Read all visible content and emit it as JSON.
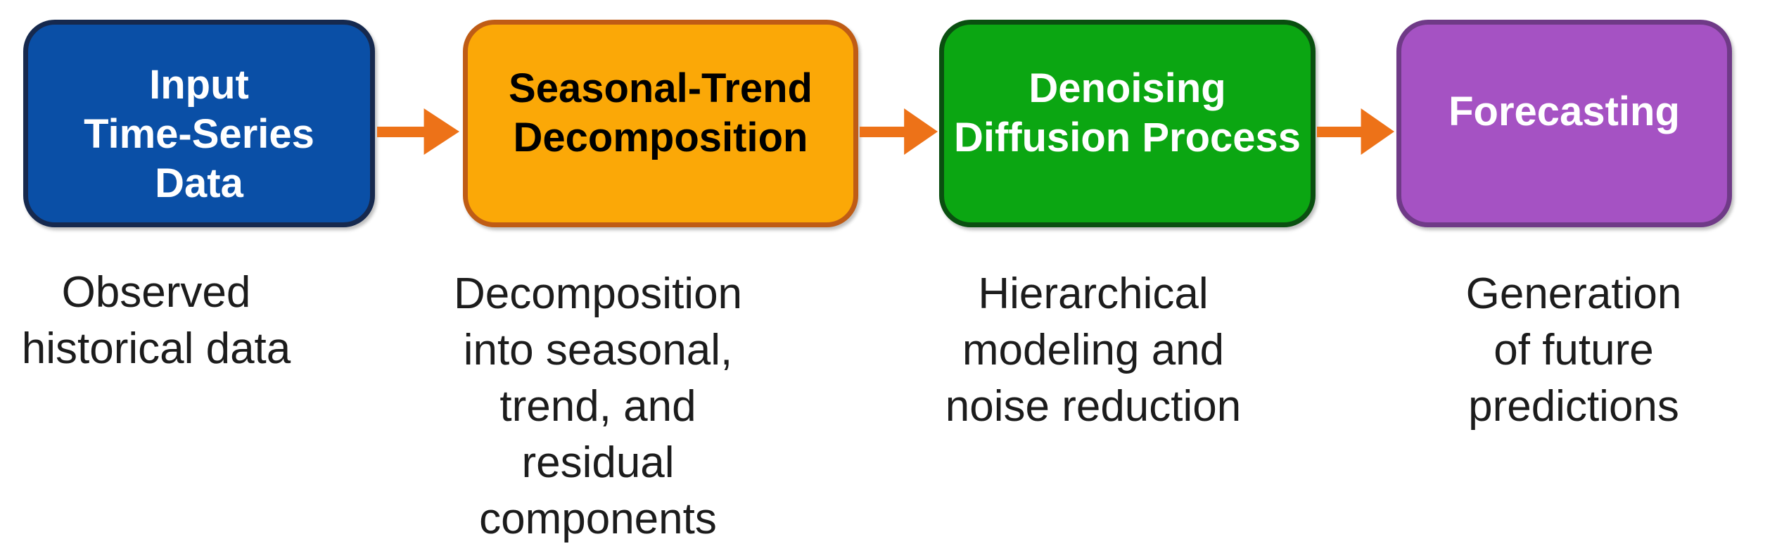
{
  "figure": {
    "background": "#ffffff",
    "arrow_color": "#ED7218",
    "stages": [
      {
        "name": "input-time-series-data",
        "label": "Input\nTime-Series\nData",
        "caption": "Observed\nhistorical data",
        "fill": "#0A4FA6",
        "border": "#16294E",
        "text_color": "#FFFFFF"
      },
      {
        "name": "seasonal-trend-decomposition",
        "label": "Seasonal-Trend\nDecomposition",
        "caption": "Decomposition\ninto seasonal,\ntrend, and\nresidual\ncomponents",
        "fill": "#FBA807",
        "border": "#BF5C15",
        "text_color": "#000000"
      },
      {
        "name": "denoising-diffusion-process",
        "label": "Denoising\nDiffusion Process",
        "caption": "Hierarchical\nmodeling and\nnoise reduction",
        "fill": "#0BA612",
        "border": "#0A4F10",
        "text_color": "#FFFFFF"
      },
      {
        "name": "forecasting",
        "label": "Forecasting",
        "caption": "Generation\nof future\npredictions",
        "fill": "#A552C3",
        "border": "#6F3A87",
        "text_color": "#FFFFFF"
      }
    ]
  }
}
